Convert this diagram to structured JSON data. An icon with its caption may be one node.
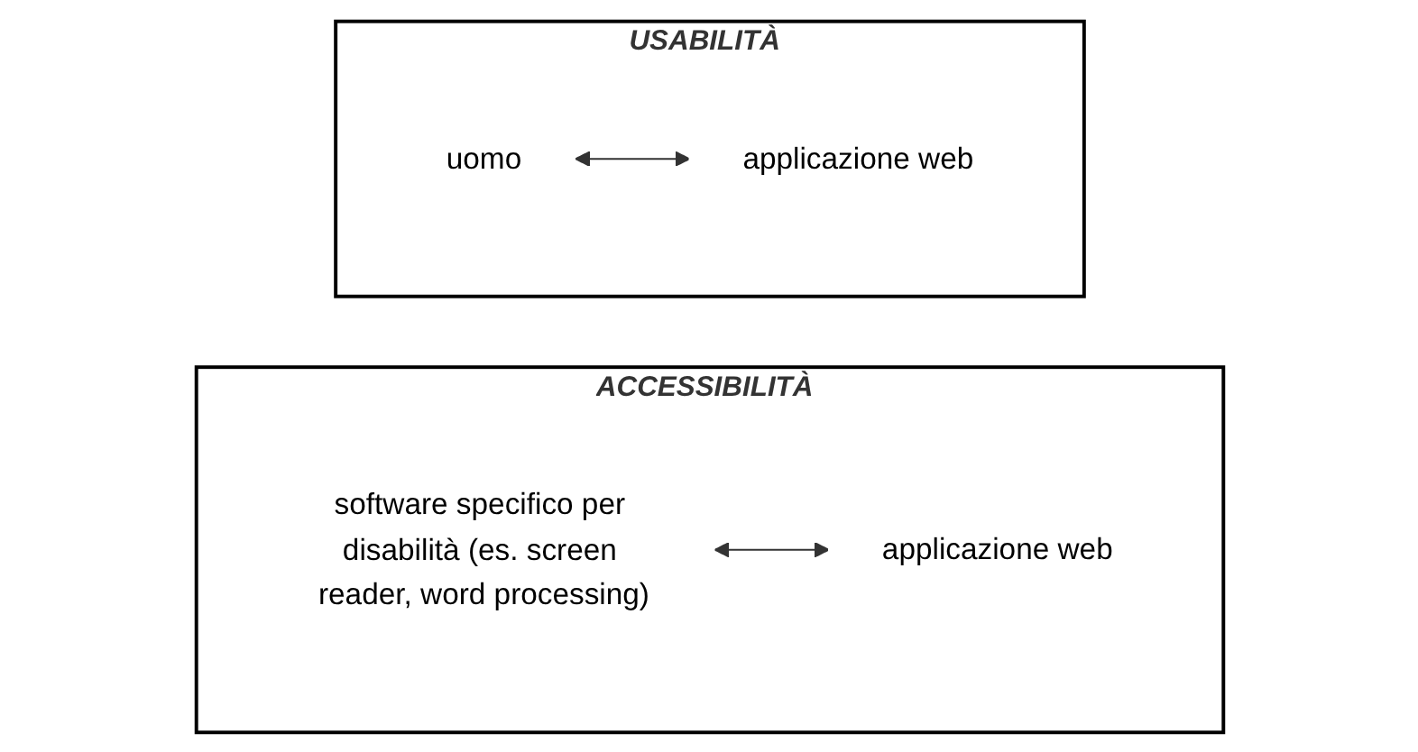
{
  "diagram": {
    "nodes": [
      {
        "text": [
          "USABILITÀ"
        ]
      },
      {
        "text": [
          "uomo"
        ],
        "in": 0
      },
      {
        "text": [
          "applicazione web"
        ],
        "in": 0
      },
      {
        "text": [
          "ACCESSIBILITÀ"
        ]
      },
      {
        "text": [
          "software specifico per disabilità (es. screen reader, word processing)"
        ],
        "in": 3
      },
      {
        "text": [
          "applicazione web"
        ],
        "in": 3
      }
    ],
    "edges": [
      {
        "from": 1,
        "to": 2,
        "arrow": "both"
      },
      {
        "from": 4,
        "to": 5,
        "arrow": "both"
      }
    ]
  }
}
